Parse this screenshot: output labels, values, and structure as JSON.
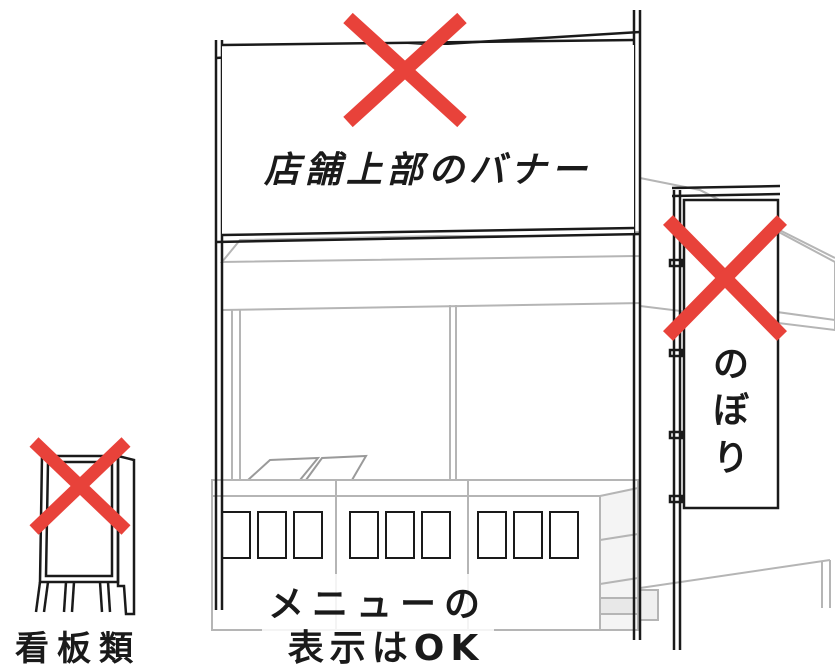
{
  "labels": {
    "banner": "店舗上部のバナー",
    "nobori": [
      "の",
      "ぼ",
      "り"
    ],
    "menu_line1": "メニューの",
    "menu_line2": "表示はOK",
    "signboard": "看板類"
  },
  "colors": {
    "cross": "#e8423a",
    "line_dark": "#1a1a1a",
    "line_light": "#b5b5b5",
    "background": "#ffffff"
  },
  "icons": [
    "cross-mark-icon"
  ]
}
